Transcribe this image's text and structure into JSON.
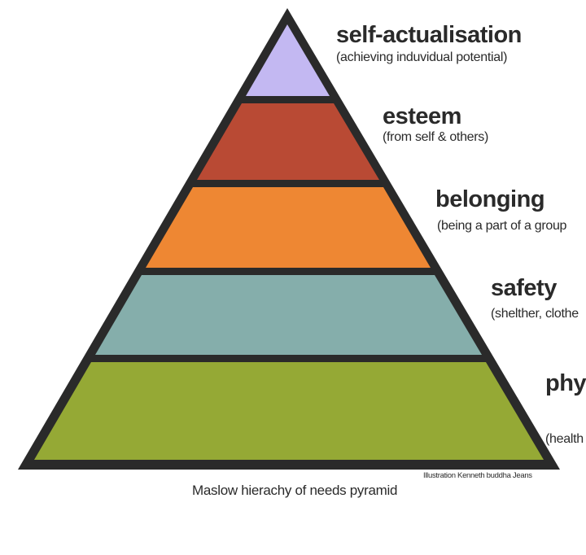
{
  "levels": [
    {
      "title": "self-actualisation",
      "subtitle": "(achieving induvidual potential)",
      "color": "#c3b8f2"
    },
    {
      "title": "esteem",
      "subtitle": "(from self & others)",
      "color": "#b94a34"
    },
    {
      "title": "belonging",
      "subtitle": "(being a part of a group",
      "color": "#ee8733"
    },
    {
      "title": "safety",
      "subtitle": "(shelther, clothe",
      "color": "#85aeab"
    },
    {
      "title": "phy",
      "subtitle": "(health",
      "color": "#95a935"
    }
  ],
  "outline_color": "#2a2a2a",
  "credit": "Illustration Kenneth buddha Jeans",
  "caption": "Maslow hierachy of needs pyramid"
}
